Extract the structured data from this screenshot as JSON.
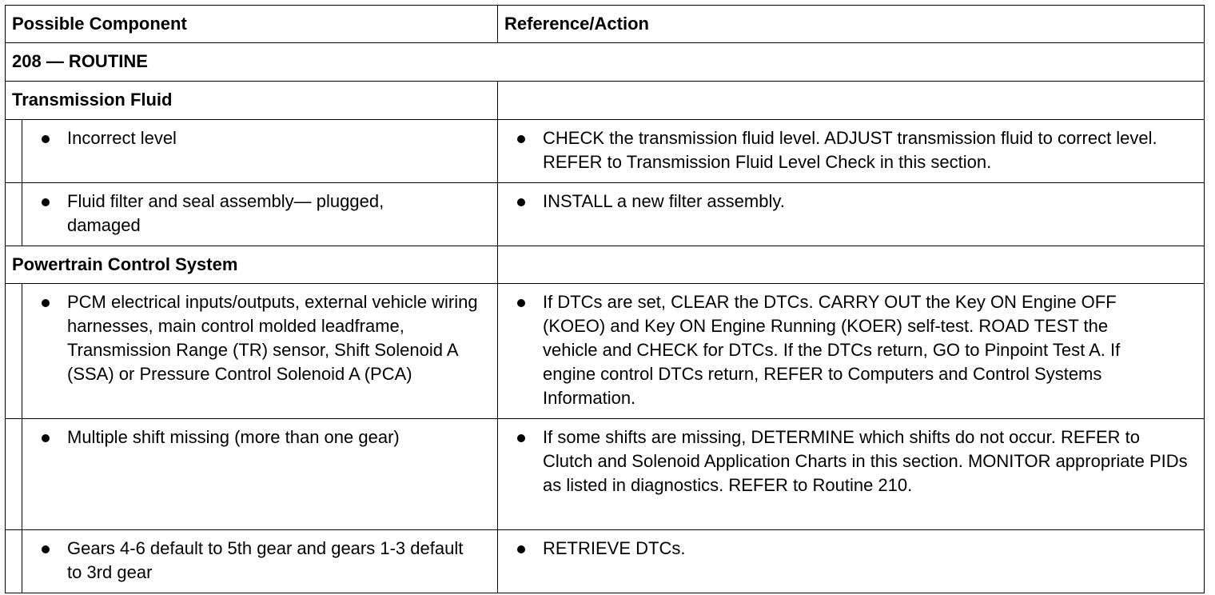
{
  "table": {
    "headers": [
      "Possible Component",
      "Reference/Action"
    ],
    "routine_title": "208 — ROUTINE",
    "sections": [
      {
        "title": "Transmission Fluid",
        "rows": [
          {
            "component": "Incorrect level",
            "action": "CHECK the transmission fluid level. ADJUST transmission fluid to correct level. REFER to Transmission Fluid Level Check in this section."
          },
          {
            "component": "Fluid filter and seal assembly— plugged, damaged",
            "action": "INSTALL a new filter assembly."
          }
        ]
      },
      {
        "title": "Powertrain Control System",
        "rows": [
          {
            "component": "PCM electrical inputs/outputs, external vehicle wiring harnesses, main control molded leadframe, Transmission Range (TR) sensor, Shift Solenoid A (SSA) or Pressure Control Solenoid A (PCA)",
            "action": "If DTCs are set, CLEAR the DTCs. CARRY OUT the Key ON Engine OFF (KOEO) and Key ON Engine Running (KOER) self-test. ROAD TEST the vehicle and CHECK for DTCs. If the DTCs return, GO to Pinpoint Test A. If engine control DTCs return, REFER to Computers and Control Systems Information."
          },
          {
            "component": "Multiple shift missing (more than one gear)",
            "action": "If some shifts are missing, DETERMINE which shifts do not occur. REFER to Clutch and Solenoid Application Charts in this section. MONITOR appropriate PIDs as listed in diagnostics. REFER to Routine 210."
          },
          {
            "component": "Gears 4-6 default to 5th gear and gears 1-3 default to 3rd gear",
            "action": "RETRIEVE DTCs."
          }
        ]
      }
    ]
  }
}
